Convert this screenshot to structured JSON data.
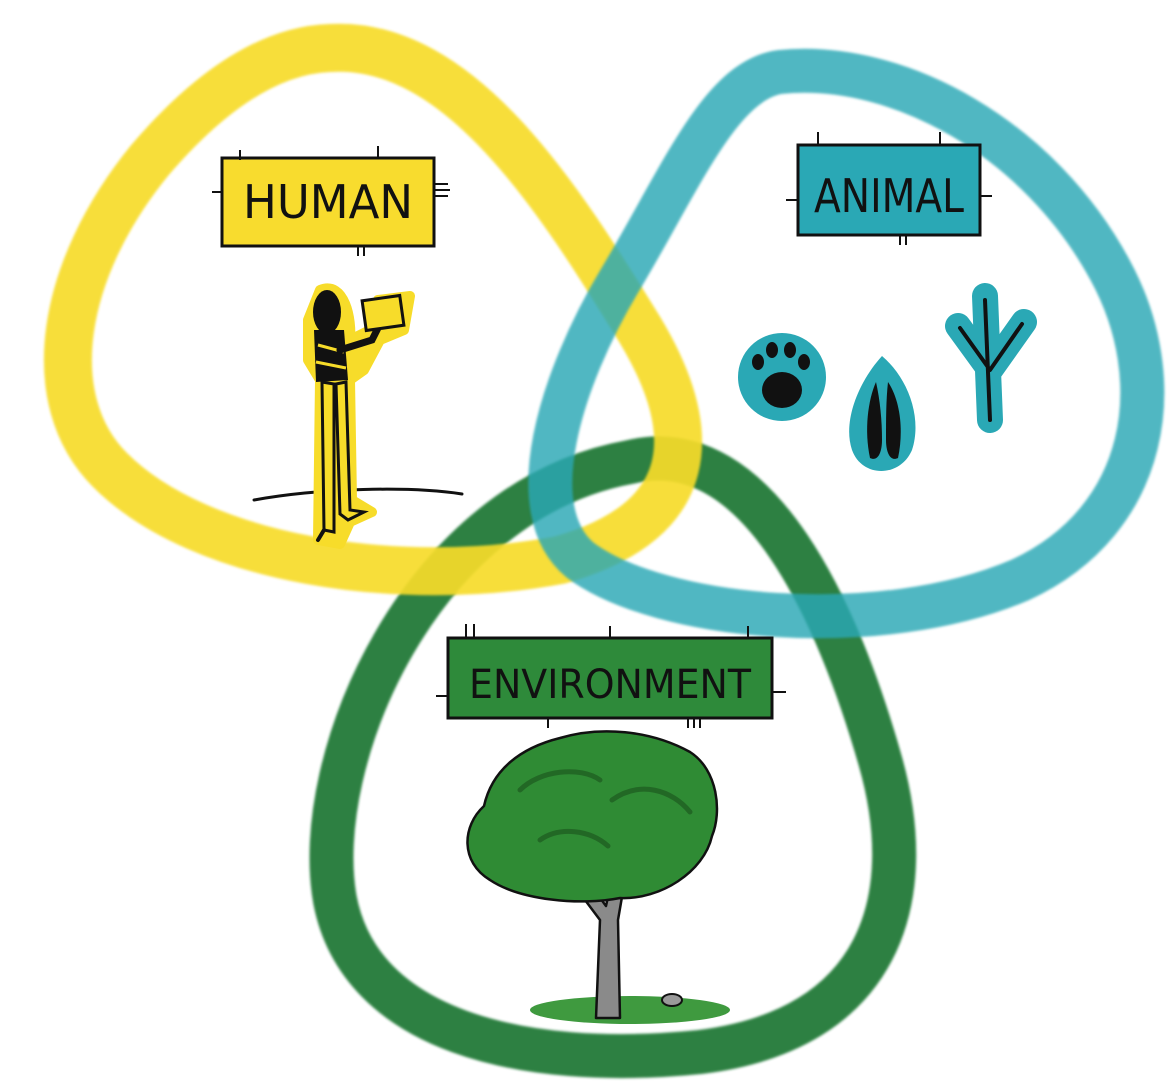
{
  "labels": {
    "human": "HUMAN",
    "animal": "ANIMAL",
    "environment": "ENVIRONMENT"
  },
  "colors": {
    "human_ring": "#f7dc2a",
    "animal_ring": "#2aa8b5",
    "environment_ring": "#217a38",
    "human_label_bg": "#f8dc2e",
    "animal_label_bg": "#2aa8b5",
    "environment_label_bg": "#2e8a3a",
    "tree_foliage": "#2f8b34",
    "ink": "#111111"
  },
  "icons": {
    "human": "person-reading-icon",
    "animal_1": "paw-print-icon",
    "animal_2": "hoof-print-icon",
    "animal_3": "bird-track-icon",
    "environment": "tree-icon"
  }
}
